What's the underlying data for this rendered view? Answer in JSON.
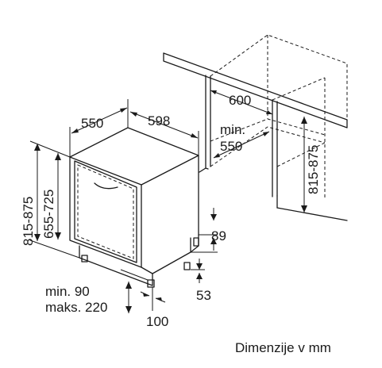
{
  "dimensions": {
    "depth": "550",
    "width": "598",
    "niche_width": "600",
    "niche_depth_line1": "min.",
    "niche_depth_line2": "550",
    "niche_height": "815-875",
    "height_left": "815-875",
    "door_height": "655-725",
    "plinth": "89",
    "foot": "53",
    "min_line": "min. 90",
    "max_line": "maks. 220",
    "offset_100": "100"
  },
  "caption": "Dimenzije v mm"
}
